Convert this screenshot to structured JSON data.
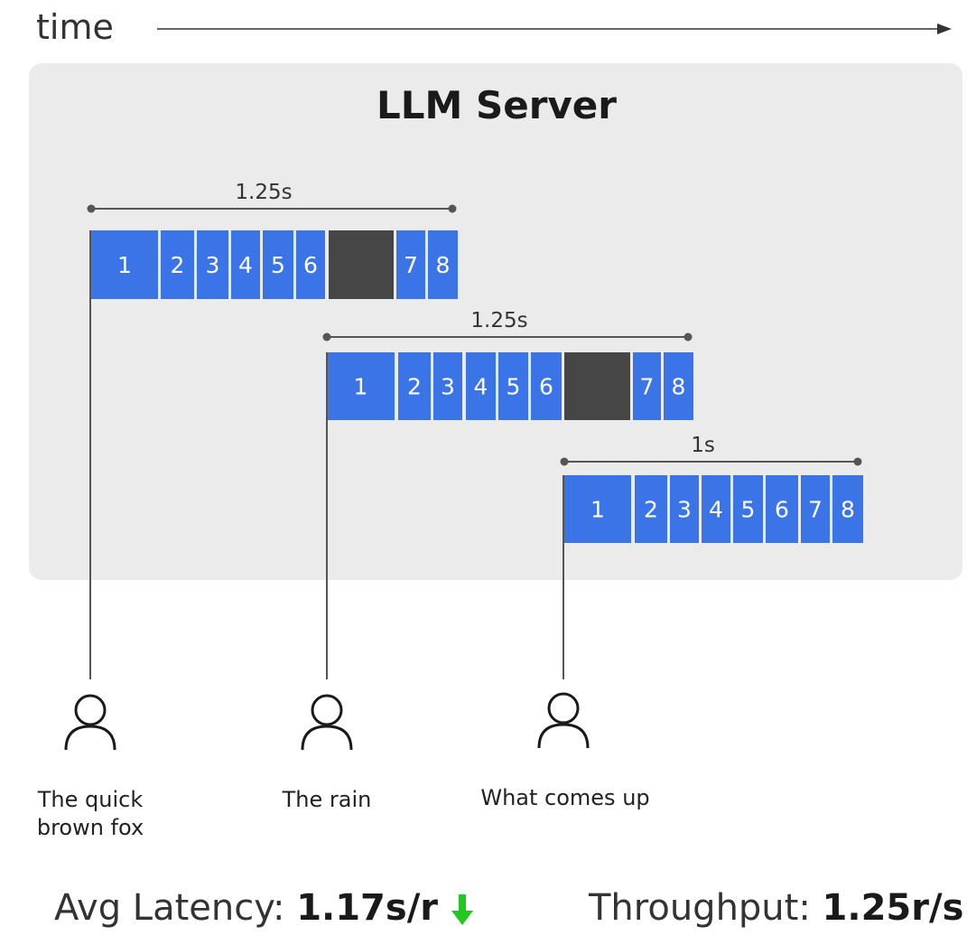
{
  "axis": {
    "label": "time"
  },
  "server": {
    "title": "LLM Server"
  },
  "colors": {
    "token": "#3b74e6",
    "stall": "#464646",
    "panel": "#ebebeb",
    "line": "#555555",
    "good": "#22c722"
  },
  "requests": [
    {
      "prompt": "The quick\nbrown fox",
      "duration_label": "1.25s",
      "tokens": [
        "1",
        "2",
        "3",
        "4",
        "5",
        "6",
        "7",
        "8"
      ],
      "stall_after_token": 6
    },
    {
      "prompt": "The rain",
      "duration_label": "1.25s",
      "tokens": [
        "1",
        "2",
        "3",
        "4",
        "5",
        "6",
        "7",
        "8"
      ],
      "stall_after_token": 6
    },
    {
      "prompt": "What comes up",
      "duration_label": "1s",
      "tokens": [
        "1",
        "2",
        "3",
        "4",
        "5",
        "6",
        "7",
        "8"
      ],
      "stall_after_token": null
    }
  ],
  "metrics": {
    "latency_label": "Avg Latency:",
    "latency_value": "1.17s/r",
    "latency_trend": "down-arrow-icon",
    "throughput_label": "Throughput:",
    "throughput_value": "1.25r/s"
  }
}
